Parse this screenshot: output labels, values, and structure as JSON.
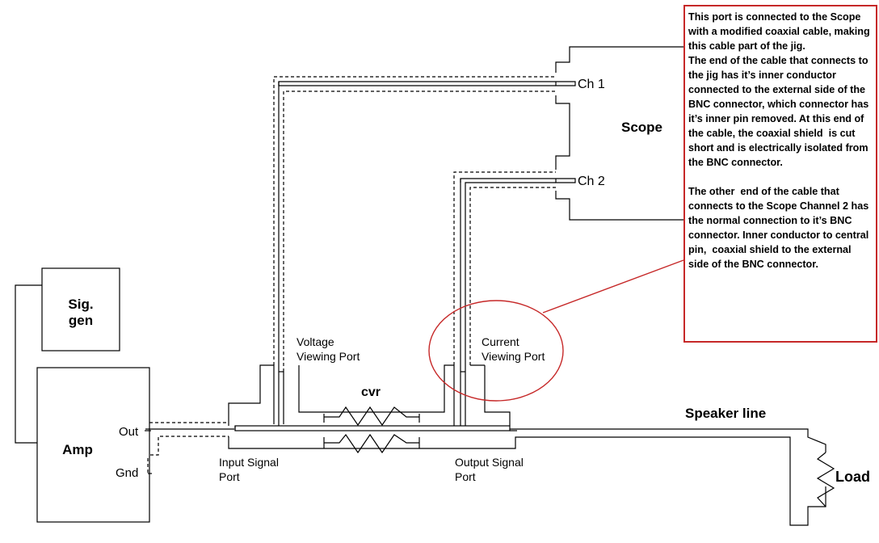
{
  "labels": {
    "sig_gen": [
      "Sig.",
      "gen"
    ],
    "amp": "Amp",
    "out": "Out",
    "gnd": "Gnd",
    "input_port": [
      "Input Signal",
      "Port"
    ],
    "voltage_port": [
      "Voltage",
      "Viewing Port"
    ],
    "cvr": "cvr",
    "current_port": [
      "Current",
      "Viewing Port"
    ],
    "output_port": [
      "Output Signal",
      "Port"
    ],
    "speaker_line": "Speaker line",
    "load": "Load",
    "scope": "Scope",
    "ch1": "Ch 1",
    "ch2": "Ch 2"
  },
  "note": {
    "paragraph1": "This port is connected to the Scope with a modified coaxial cable, making this cable part of the jig.\nThe end of the cable that connects to the jig has it’s inner conductor connected to the external side of the BNC connector, which connector has it’s inner pin removed. At this end of the cable, the coaxial shield  is cut short and is electrically isolated from the BNC connector.",
    "paragraph2": "The other  end of the cable that connects to the Scope Channel 2 has the normal connection to it’s BNC connector. Inner conductor to central pin,  coaxial shield to the external side of the BNC connector."
  },
  "colors": {
    "line": "#000000",
    "callout": "#c62828"
  }
}
